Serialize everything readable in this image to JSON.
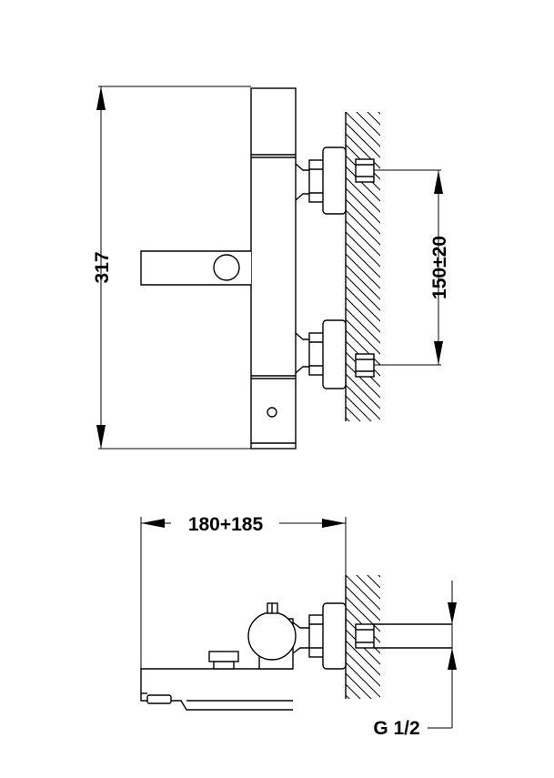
{
  "dimensions": {
    "height": "317",
    "inlet_spacing": "150±20",
    "projection": "180+185",
    "thread": "G 1/2"
  }
}
